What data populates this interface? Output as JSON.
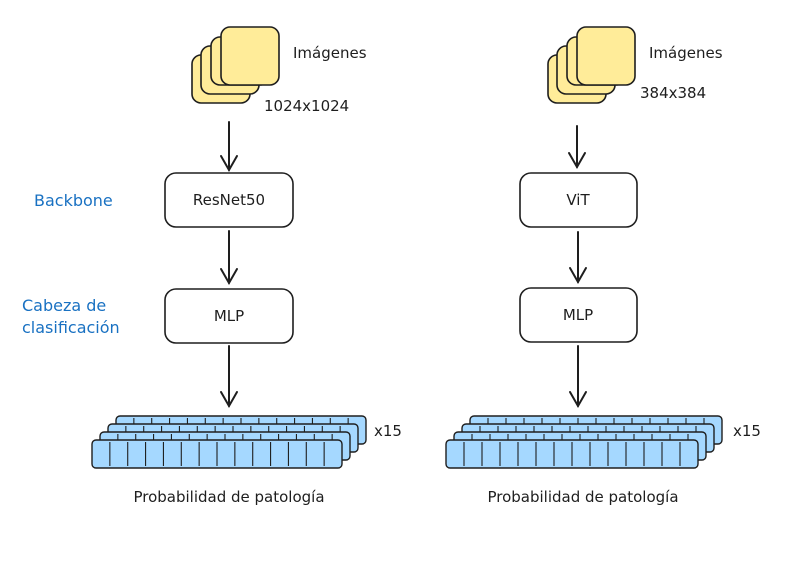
{
  "side_labels": {
    "backbone": "Backbone",
    "head_line1": "Cabeza de",
    "head_line2": "clasificación"
  },
  "pipelines": [
    {
      "images_label": "Imágenes",
      "resolution": "1024x1024",
      "backbone": "ResNet50",
      "head": "MLP",
      "multiplier": "x15",
      "output_label": "Probabilidad de patología"
    },
    {
      "images_label": "Imágenes",
      "resolution": "384x384",
      "backbone": "ViT",
      "head": "MLP",
      "multiplier": "x15",
      "output_label": "Probabilidad de patología"
    }
  ],
  "colors": {
    "image_fill": "#ffec99",
    "image_stroke": "#1e1e1e",
    "output_fill": "#a5d8ff",
    "side_label": "#1971c2",
    "stroke": "#1e1e1e"
  },
  "icons": {
    "images": "image-stack-icon",
    "output": "output-vector-stack-icon"
  }
}
